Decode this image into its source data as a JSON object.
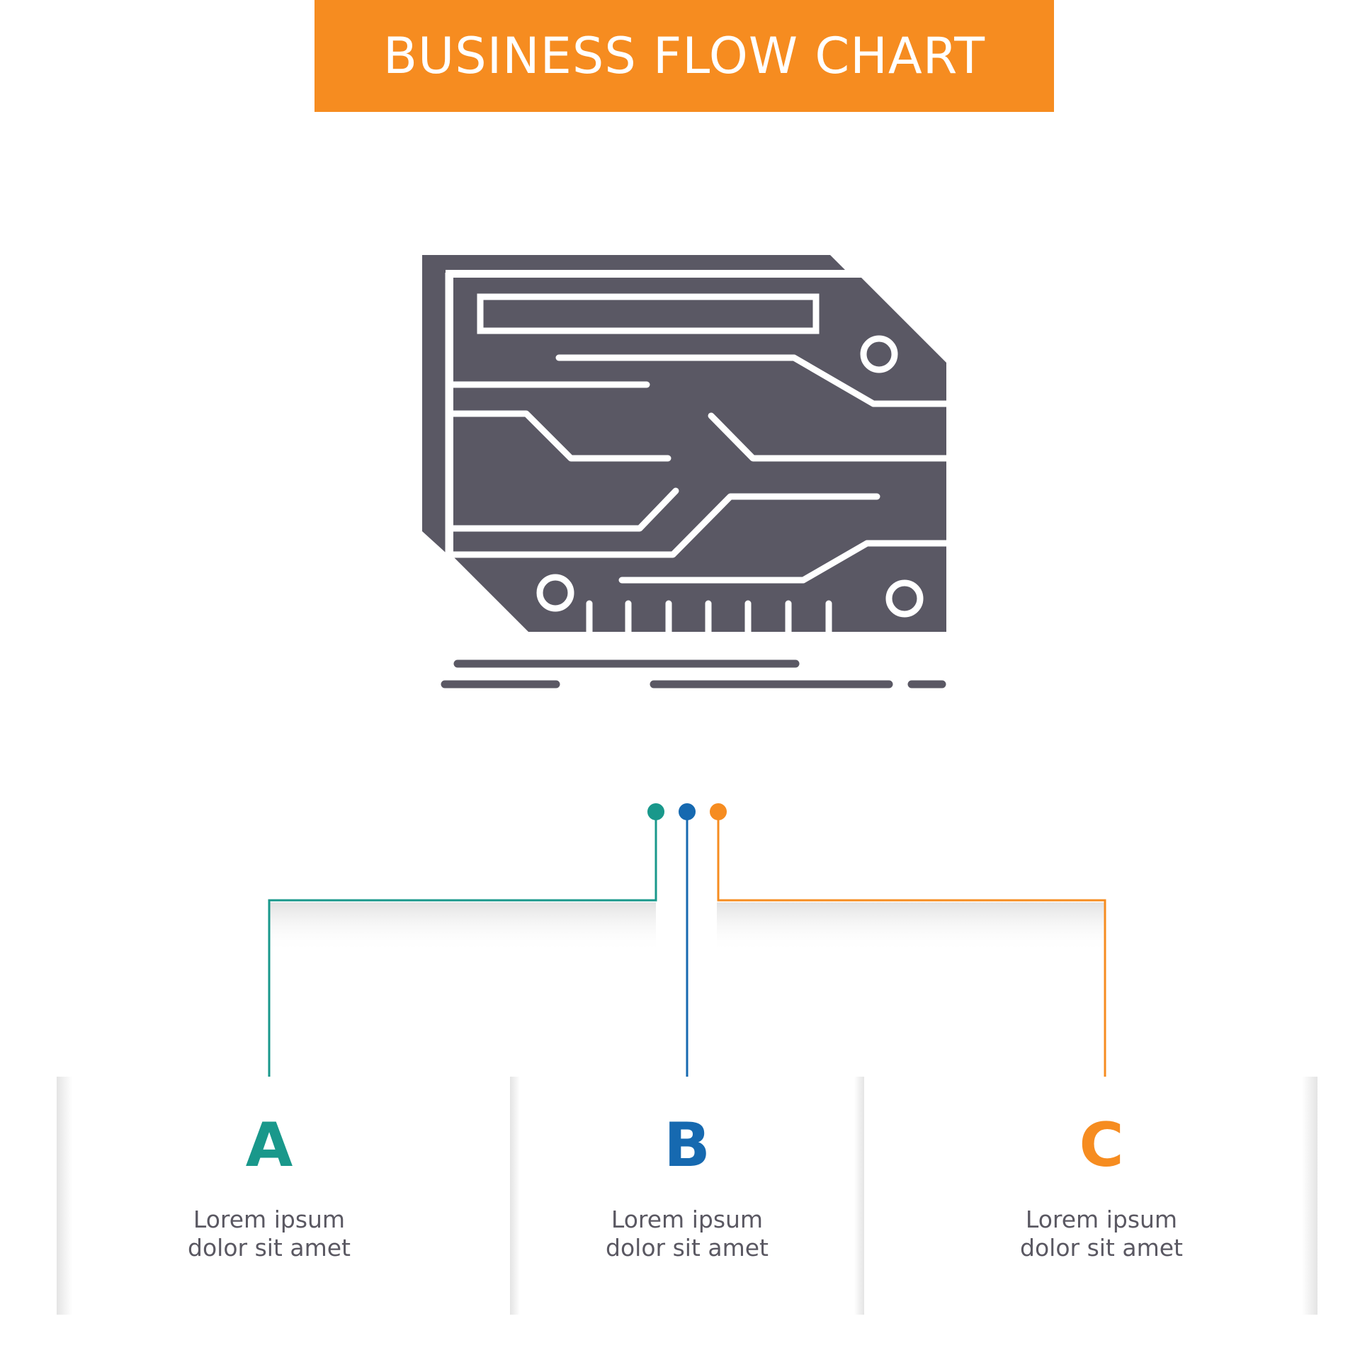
{
  "header": {
    "title": "BUSINESS FLOW CHART"
  },
  "icon": {
    "name": "circuit-board-icon",
    "color": "#5a5864"
  },
  "colors": {
    "banner": "#f68c20",
    "step_a": "#19988b",
    "step_b": "#1669b0",
    "step_c": "#f68c20",
    "text": "#5a5862"
  },
  "steps": [
    {
      "letter": "A",
      "line1": "Lorem ipsum",
      "line2": "dolor sit amet"
    },
    {
      "letter": "B",
      "line1": "Lorem ipsum",
      "line2": "dolor sit amet"
    },
    {
      "letter": "C",
      "line1": "Lorem ipsum",
      "line2": "dolor sit amet"
    }
  ]
}
